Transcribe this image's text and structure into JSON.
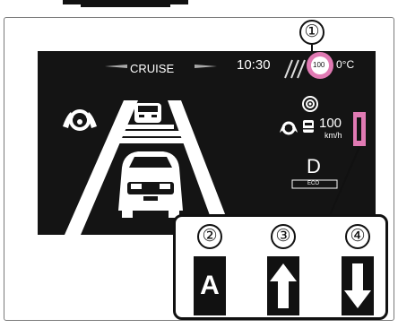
{
  "clock": "10:30",
  "speed_limit": "100",
  "temperature": "0°C",
  "mode": "CRUISE",
  "vehicle_speed": "100",
  "speed_unit": "km/h",
  "gear": "D",
  "eco_label": "ECO",
  "callouts": [
    "①",
    "②",
    "③",
    "④"
  ],
  "inset_letter": "A",
  "icons": [
    "steering-assist-icon",
    "lead-vehicle-icon",
    "own-vehicle-icon",
    "road-slippery-icon",
    "radar-icon",
    "driver-monitor-icon",
    "cruise-indicator-icon",
    "up-arrow-icon",
    "down-arrow-icon"
  ]
}
